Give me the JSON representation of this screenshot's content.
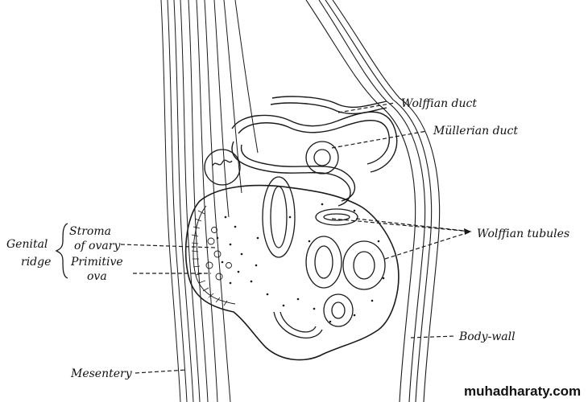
{
  "labels": {
    "wolffian_duct": "Wolffian duct",
    "mullerian_duct": "Müllerian duct",
    "wolffian_tubules": "Wolffian tubules",
    "body_wall": "Body-wall",
    "mesentery": "Mesentery",
    "genital": "Genital",
    "ridge": "ridge",
    "stroma": "Stroma",
    "of_ovary": "of ovary",
    "primitive": "Primitive",
    "ova": "ova"
  },
  "watermark": "muhadharaty.com"
}
